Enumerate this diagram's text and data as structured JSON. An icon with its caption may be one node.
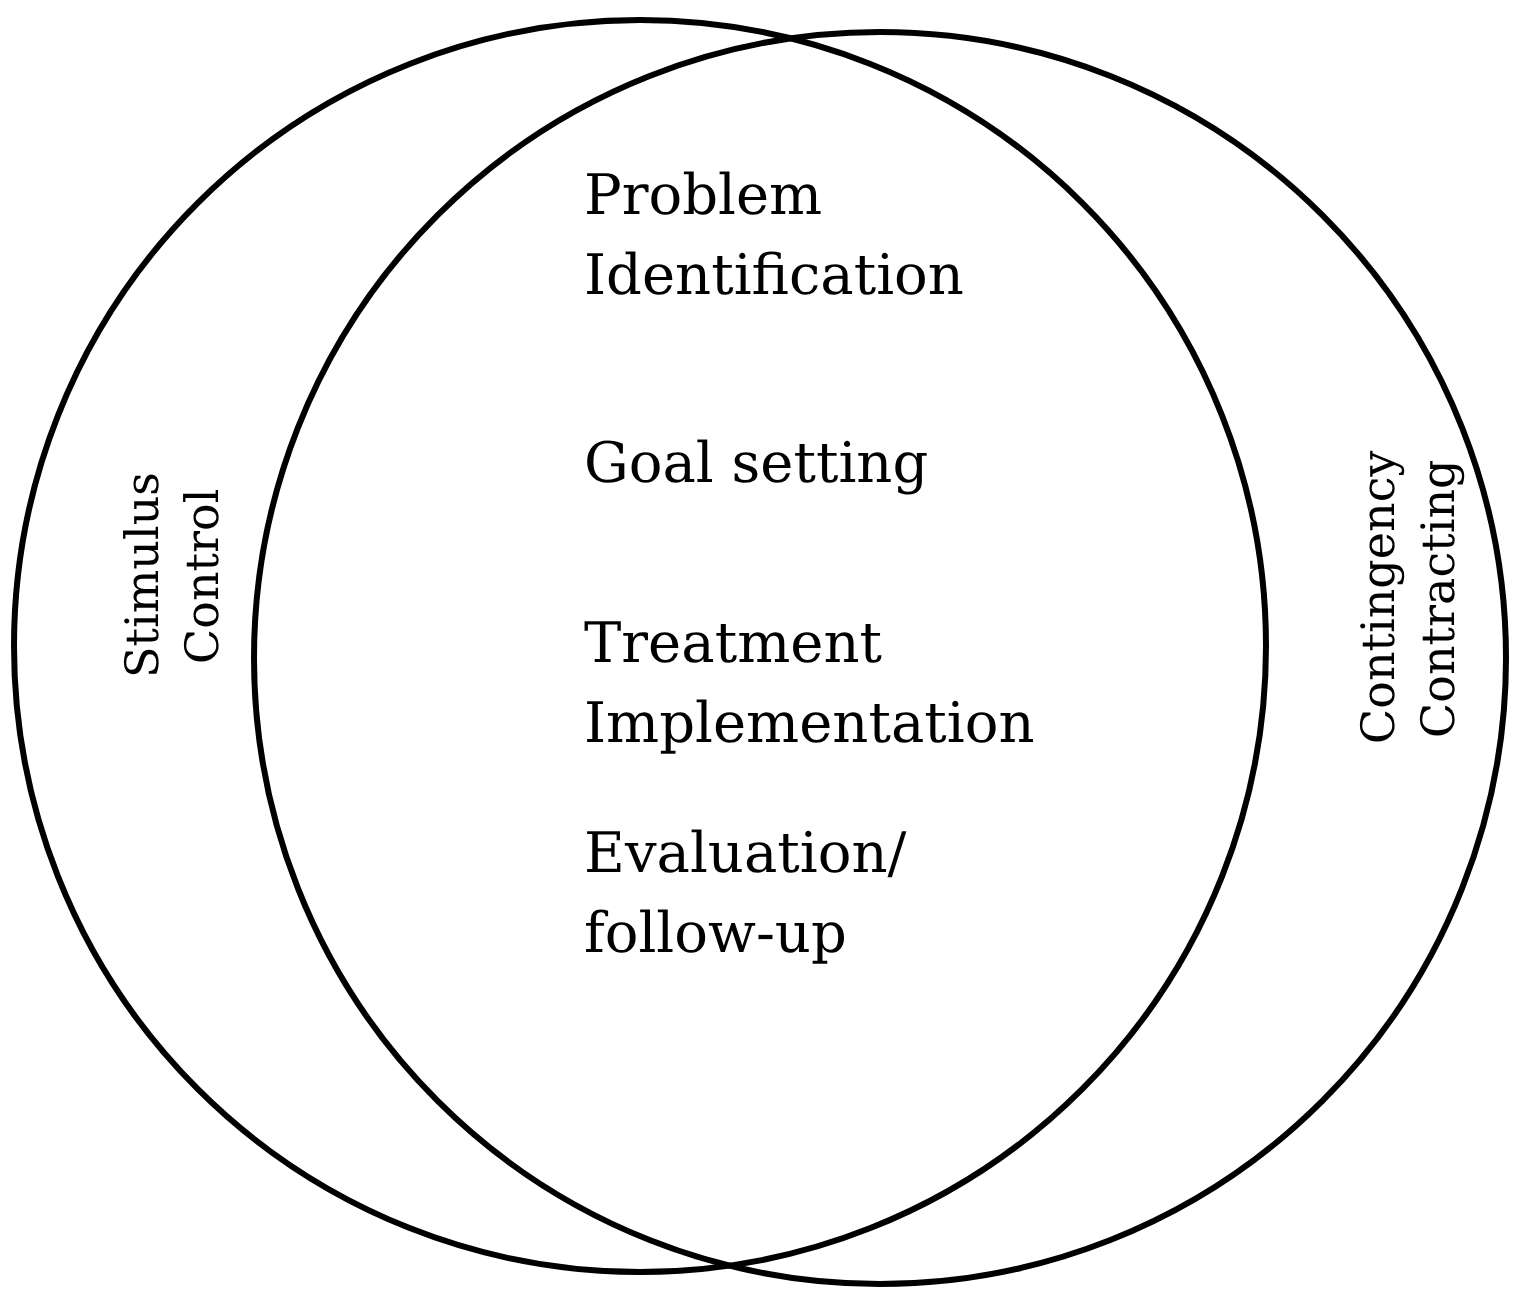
{
  "diagram": {
    "nodes": [
      {
        "text": [
          "Stimulus Control"
        ]
      },
      {
        "text": [
          "Contingency Contracting"
        ]
      }
    ],
    "labels": [
      "Problem Identification",
      "Goal setting",
      "Treatment Implementation",
      "Evaluation/ follow-up"
    ]
  }
}
